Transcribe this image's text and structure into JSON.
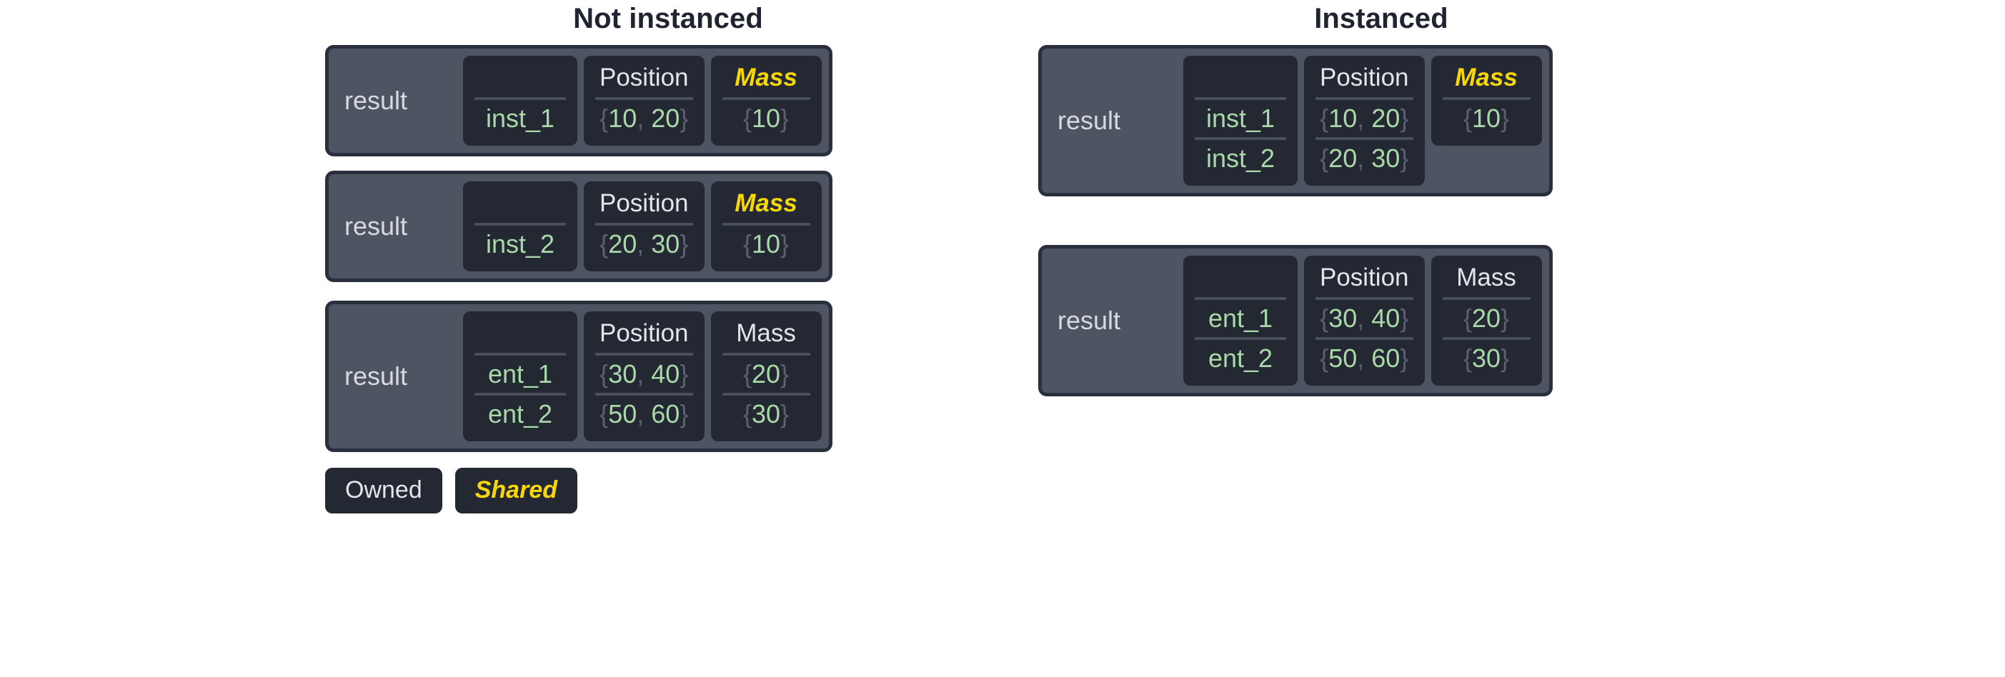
{
  "columns": {
    "left": {
      "title": "Not instanced"
    },
    "right": {
      "title": "Instanced"
    }
  },
  "labels": {
    "result": "result",
    "header_position": "Position",
    "header_mass": "Mass",
    "header_name": ""
  },
  "legend": {
    "owned": "Owned",
    "shared": "Shared"
  },
  "colors": {
    "page_background": "#ffffff",
    "title_text": "#1f2430",
    "panel_background": "#4f5462",
    "panel_border": "#2b2f3d",
    "cell_background": "#242833",
    "header_text": "#e2e5ea",
    "shared_text": "#f7d706",
    "value_text": "#a9d8a9",
    "brace_text": "#5b6070",
    "separator": "#4a4f5c",
    "label_text": "#d7dae1"
  },
  "tables": {
    "left_inst_1": {
      "label": "result",
      "columns": [
        {
          "header": "",
          "shared": false,
          "rows": [
            "inst_1"
          ]
        },
        {
          "header": "Position",
          "shared": false,
          "rows": [
            "{10, 20}"
          ]
        },
        {
          "header": "Mass",
          "shared": true,
          "rows": [
            "{10}"
          ]
        }
      ]
    },
    "left_inst_2": {
      "label": "result",
      "columns": [
        {
          "header": "",
          "shared": false,
          "rows": [
            "inst_2"
          ]
        },
        {
          "header": "Position",
          "shared": false,
          "rows": [
            "{20, 30}"
          ]
        },
        {
          "header": "Mass",
          "shared": true,
          "rows": [
            "{10}"
          ]
        }
      ]
    },
    "left_ent": {
      "label": "result",
      "columns": [
        {
          "header": "",
          "shared": false,
          "rows": [
            "ent_1",
            "ent_2"
          ]
        },
        {
          "header": "Position",
          "shared": false,
          "rows": [
            "{30, 40}",
            "{50, 60}"
          ]
        },
        {
          "header": "Mass",
          "shared": false,
          "rows": [
            "{20}",
            "{30}"
          ]
        }
      ]
    },
    "right_inst": {
      "label": "result",
      "columns": [
        {
          "header": "",
          "shared": false,
          "rows": [
            "inst_1",
            "inst_2"
          ]
        },
        {
          "header": "Position",
          "shared": false,
          "rows": [
            "{10, 20}",
            "{20, 30}"
          ]
        },
        {
          "header": "Mass",
          "shared": true,
          "rows": [
            "{10}"
          ]
        }
      ]
    },
    "right_ent": {
      "label": "result",
      "columns": [
        {
          "header": "",
          "shared": false,
          "rows": [
            "ent_1",
            "ent_2"
          ]
        },
        {
          "header": "Position",
          "shared": false,
          "rows": [
            "{30, 40}",
            "{50, 60}"
          ]
        },
        {
          "header": "Mass",
          "shared": false,
          "rows": [
            "{20}",
            "{30}"
          ]
        }
      ]
    }
  }
}
